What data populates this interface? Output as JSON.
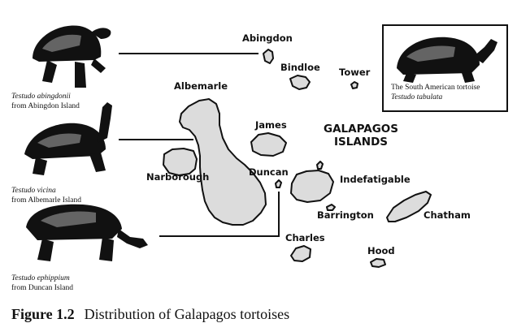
{
  "map_title": [
    "GALAPAGOS",
    "ISLANDS"
  ],
  "islands": {
    "abingdon": "Abingdon",
    "bindloe": "Bindloe",
    "tower": "Tower",
    "albemarle": "Albemarle",
    "james": "James",
    "narborough": "Narborough",
    "duncan": "Duncan",
    "indefatigable": "Indefatigable",
    "barrington": "Barrington",
    "chatham": "Chatham",
    "charles": "Charles",
    "hood": "Hood"
  },
  "tortoises": [
    {
      "species": "Testudo abingdonii",
      "origin": "from Abingdon Island"
    },
    {
      "species": "Testudo vicina",
      "origin": "from Albemarle Island"
    },
    {
      "species": "Testudo ephippium",
      "origin": "from Duncan Island"
    }
  ],
  "inset": {
    "line1": "The South American tortoise",
    "species": "Testudo tabulata"
  },
  "caption": {
    "number": "Figure 1.2",
    "text": "Distribution of Galapagos tortoises"
  }
}
